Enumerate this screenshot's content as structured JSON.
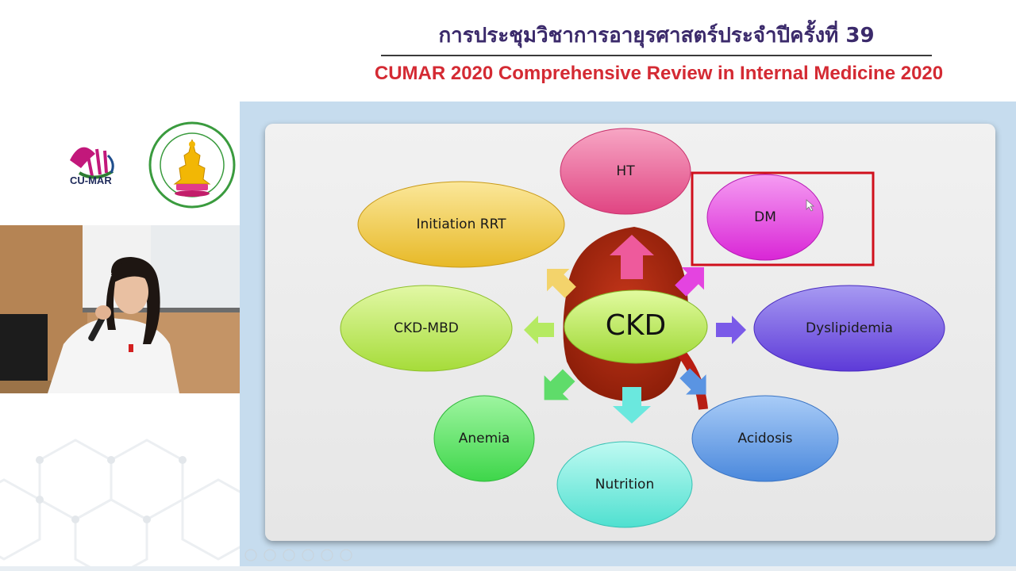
{
  "header": {
    "title_thai": "การประชุมวิชาการอายุรศาสตร์ประจำปีครั้งที่ 39",
    "title_english": "CUMAR 2020 Comprehensive Review in Internal Medicine 2020"
  },
  "logos": {
    "cumar_text": "CU-MAR"
  },
  "diagram": {
    "center": "CKD",
    "nodes": {
      "ht": "HT",
      "dm": "DM",
      "initiation_rrt": "Initiation RRT",
      "ckd_mbd": "CKD-MBD",
      "dyslipidemia": "Dyslipidemia",
      "anemia": "Anemia",
      "nutrition": "Nutrition",
      "acidosis": "Acidosis"
    }
  },
  "colors": {
    "title_thai": "#3b2a6b",
    "title_english": "#d42a33",
    "highlight_box": "#d0101c",
    "kidney": "#9c2410"
  }
}
